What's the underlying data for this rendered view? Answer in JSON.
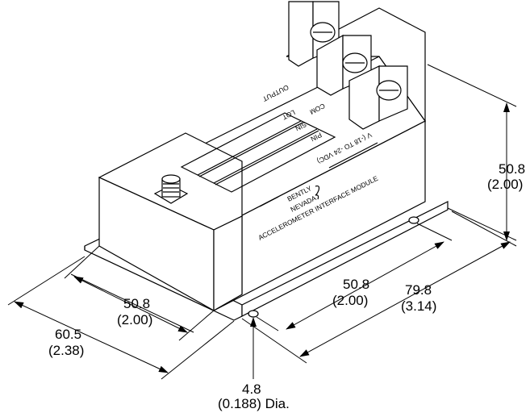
{
  "device": {
    "output_label": "OUTPUT",
    "com_label": "COM",
    "lot_label": "LOT",
    "sin_label": "SIN",
    "pin_label": "PIN",
    "voltage_label": "V (-18 TO -24 VDC)",
    "brand_line1": "BENTLY",
    "brand_line2": "NEVADA",
    "module_name": "ACCELEROMETER INTERFACE MODULE"
  },
  "dimensions": {
    "height": {
      "mm": "50.8",
      "in": "(2.00)"
    },
    "width_inner": {
      "mm": "50.8",
      "in": "(2.00)"
    },
    "width_outer": {
      "mm": "60.5",
      "in": "(2.38)"
    },
    "hole_spacing": {
      "mm": "50.8",
      "in": "(2.00)"
    },
    "length": {
      "mm": "79.8",
      "in": "(3.14)"
    },
    "hole_dia": {
      "mm": "4.8",
      "in": "(0.188) Dia."
    }
  }
}
